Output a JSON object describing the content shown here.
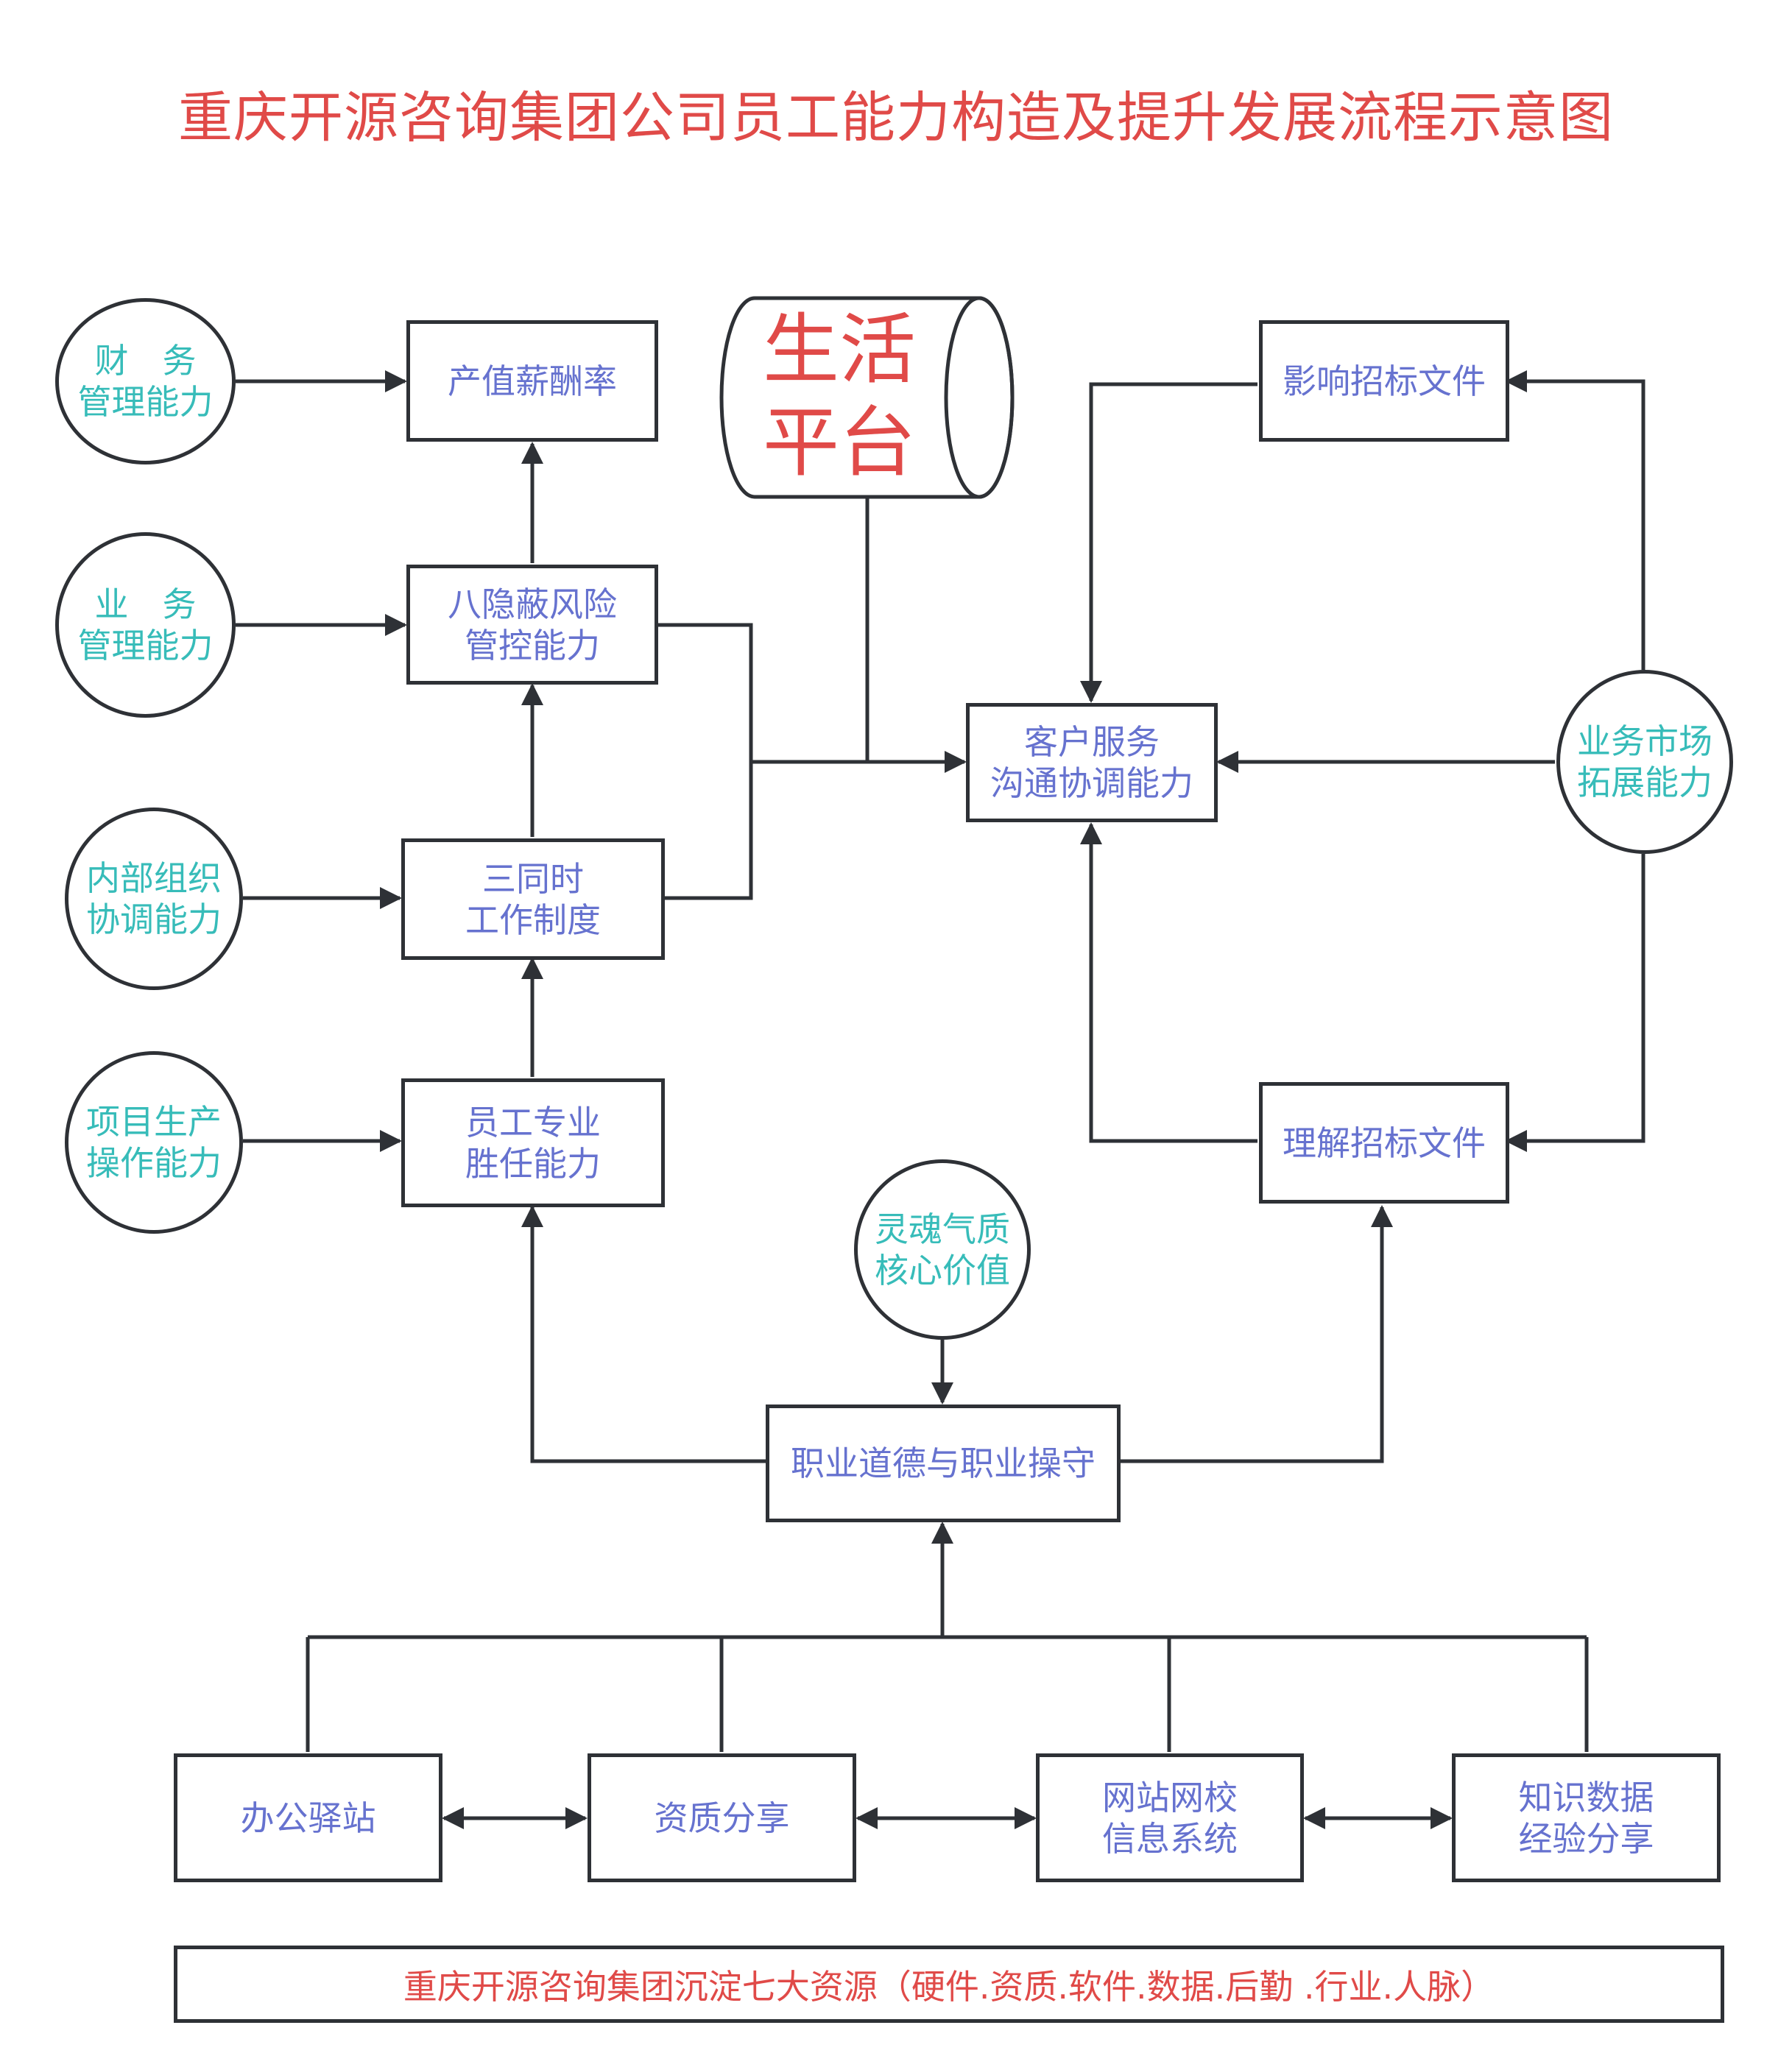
{
  "title": "重庆开源咨询集团公司员工能力构造及提升发展流程示意图",
  "platform": "生活\n平台",
  "nodes": {
    "finance": "财　务\n管理能力",
    "business": "业　务\n管理能力",
    "internal": "内部组织\n协调能力",
    "project": "项目生产\n操作能力",
    "output_rate": "产值薪酬率",
    "risk": "八隐蔽风险\n管控能力",
    "three_same": "三同时\n工作制度",
    "professional": "员工专业\n胜任能力",
    "customer": "客户服务\n沟通协调能力",
    "influence": "影响招标文件",
    "understand": "理解招标文件",
    "market": "业务市场\n拓展能力",
    "soul": "灵魂气质\n核心价值",
    "ethics": "职业道德与职业操守",
    "office": "办公驿站",
    "qualification": "资质分享",
    "website": "网站网校\n信息系统",
    "knowledge": "知识数据\n经验分享"
  },
  "footer": "重庆开源咨询集团沉淀七大资源（硬件.资质.软件.数据.后勤 .行业.人脉）",
  "colors": {
    "title": "#e04a48",
    "box_text": "#6672cf",
    "circle_text": "#37bcb9",
    "line": "#2e3136"
  }
}
